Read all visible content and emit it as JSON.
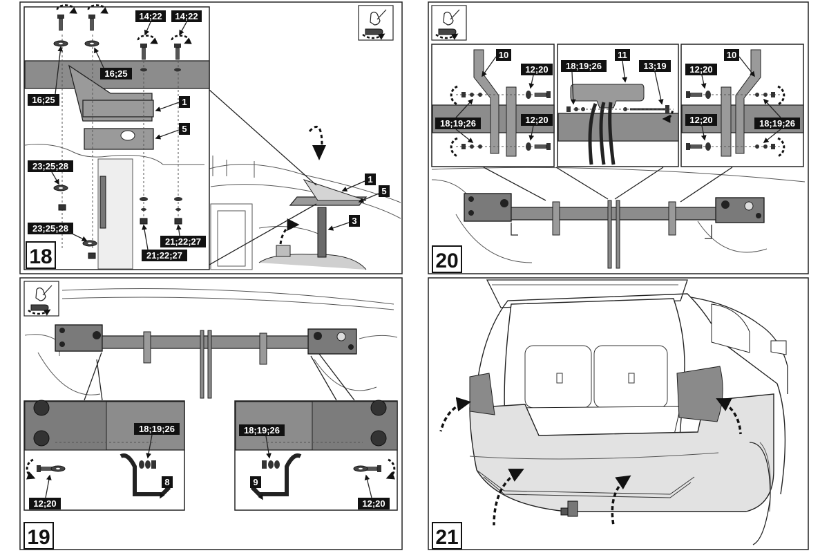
{
  "steps": {
    "s18": {
      "number": "18",
      "labels": {
        "bolt_a": "16;25",
        "bolt_b": "16;25",
        "screw_a": "14;22",
        "screw_b": "14;22",
        "part_1_detail": "1",
        "part_5_detail": "5",
        "washer_a": "23;25;28",
        "washer_b": "23;25;28",
        "nut_a": "21;22;27",
        "nut_b": "21;22;27",
        "part_1": "1",
        "part_5": "5",
        "part_3": "3"
      }
    },
    "s19": {
      "number": "19",
      "labels": {
        "hw_left": "18;19;26",
        "hw_right": "18;19;26",
        "part_8": "8",
        "part_9": "9",
        "bolt_left": "12;20",
        "bolt_right": "12;20"
      }
    },
    "s20": {
      "number": "20",
      "labels": {
        "part_10_left": "10",
        "bolt_left_top": "12;20",
        "bolt_left_bottom": "12;20",
        "hw_left": "18;19;26",
        "hw_mid": "18;19;26",
        "part_11": "11",
        "bolt_mid": "13;19",
        "part_10_right": "10",
        "bolt_right_top": "12;20",
        "bolt_right_bottom": "12;20",
        "hw_right": "18;19;26"
      }
    },
    "s21": {
      "number": "21"
    }
  }
}
